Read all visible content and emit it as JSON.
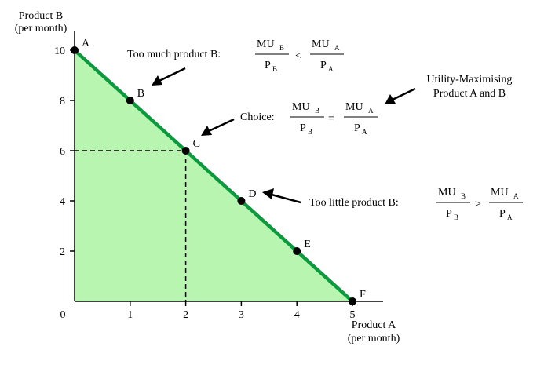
{
  "chart_data": {
    "type": "area",
    "title": "",
    "xlabel": [
      "Product A",
      "(per month)"
    ],
    "ylabel": [
      "Product B",
      "(per month)"
    ],
    "xlim": [
      0,
      5
    ],
    "ylim": [
      0,
      10
    ],
    "x_ticks": [
      "1",
      "2",
      "3",
      "4",
      "5"
    ],
    "y_ticks": [
      "2",
      "4",
      "6",
      "8",
      "10"
    ],
    "origin_label": "0",
    "colors": {
      "line": "#0d9a3f",
      "fill": "#b8f5b0",
      "point": "#000000"
    },
    "points": [
      {
        "label": "A",
        "x": 0,
        "y": 10
      },
      {
        "label": "B",
        "x": 1,
        "y": 8
      },
      {
        "label": "C",
        "x": 2,
        "y": 6
      },
      {
        "label": "D",
        "x": 3,
        "y": 4
      },
      {
        "label": "E",
        "x": 4,
        "y": 2
      },
      {
        "label": "F",
        "x": 5,
        "y": 0
      }
    ],
    "choice_guides": {
      "x": 2,
      "y": 6
    },
    "annotations": {
      "too_much": {
        "text": "Too much product B:",
        "left_num": "MU",
        "left_num_sub": "B",
        "left_den": "P",
        "left_den_sub": "B",
        "op": "<",
        "right_num": "MU",
        "right_num_sub": "A",
        "right_den": "P",
        "right_den_sub": "A"
      },
      "choice": {
        "text": "Choice:",
        "left_num": "MU",
        "left_num_sub": "B",
        "left_den": "P",
        "left_den_sub": "B",
        "op": "=",
        "right_num": "MU",
        "right_num_sub": "A",
        "right_den": "P",
        "right_den_sub": "A"
      },
      "too_little": {
        "text": "Too little product B:",
        "left_num": "MU",
        "left_num_sub": "B",
        "left_den": "P",
        "left_den_sub": "B",
        "op": ">",
        "right_num": "MU",
        "right_num_sub": "A",
        "right_den": "P",
        "right_den_sub": "A"
      },
      "utility": {
        "line1": "Utility-Maximising",
        "line2": "Product A and B"
      }
    }
  }
}
